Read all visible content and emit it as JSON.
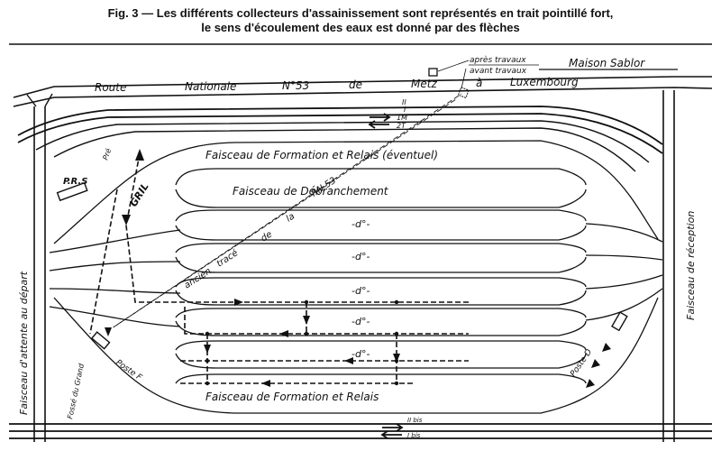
{
  "caption": {
    "line1": "Fig. 3 — Les différents collecteurs d'assainissement sont représentés en trait pointillé fort,",
    "line2": "le sens d'écoulement des eaux est donné par des flèches"
  },
  "labels": {
    "maison": "Maison Sablor",
    "apres": "après travaux",
    "avant": "avant travaux",
    "route_words": [
      "Route",
      "Nationale",
      "N°53",
      "de",
      "Metz",
      "à",
      "Luxembourg"
    ],
    "track_codes": [
      "II",
      "I",
      "1M",
      "2T"
    ],
    "track_codes_bottom": [
      "II bis",
      "I bis"
    ],
    "prs": "P.R.S",
    "gril": "GRIL",
    "pre": "Pré",
    "faisceau_formation_relais_eventuel": "Faisceau de Formation et Relais (éventuel)",
    "faisceau_debranchement": "Faisceau de Débranchement",
    "rn53_words": [
      "RN 53"
    ],
    "ancien_trace_words": [
      "ancien",
      "tracé",
      "de",
      "la"
    ],
    "ditto": "-d°-",
    "faisceau_formation_relais": "Faisceau de Formation et Relais",
    "poste_f": "Poste F",
    "poste_d": "Poste D",
    "attente": "Faisceau d'attente au départ",
    "reception": "Faisceau de réception",
    "fosse": "Fossé du Grand"
  }
}
